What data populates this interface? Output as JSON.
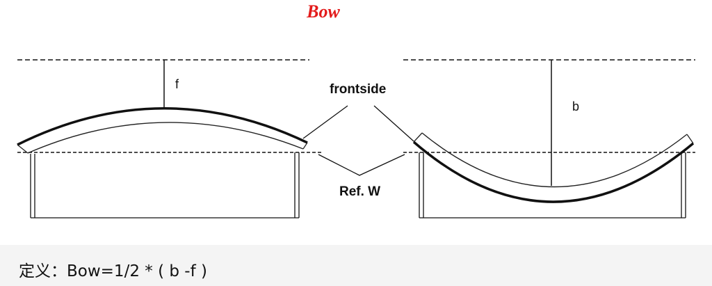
{
  "title": "Bow",
  "labels": {
    "f": "f",
    "b": "b",
    "frontside": "frontside",
    "ref_w": "Ref. W"
  },
  "definition": "定义：Bow=1/2 * ( b -f )",
  "colors": {
    "title": "#e31b1b",
    "lines": "#111111",
    "background": "#ffffff"
  }
}
